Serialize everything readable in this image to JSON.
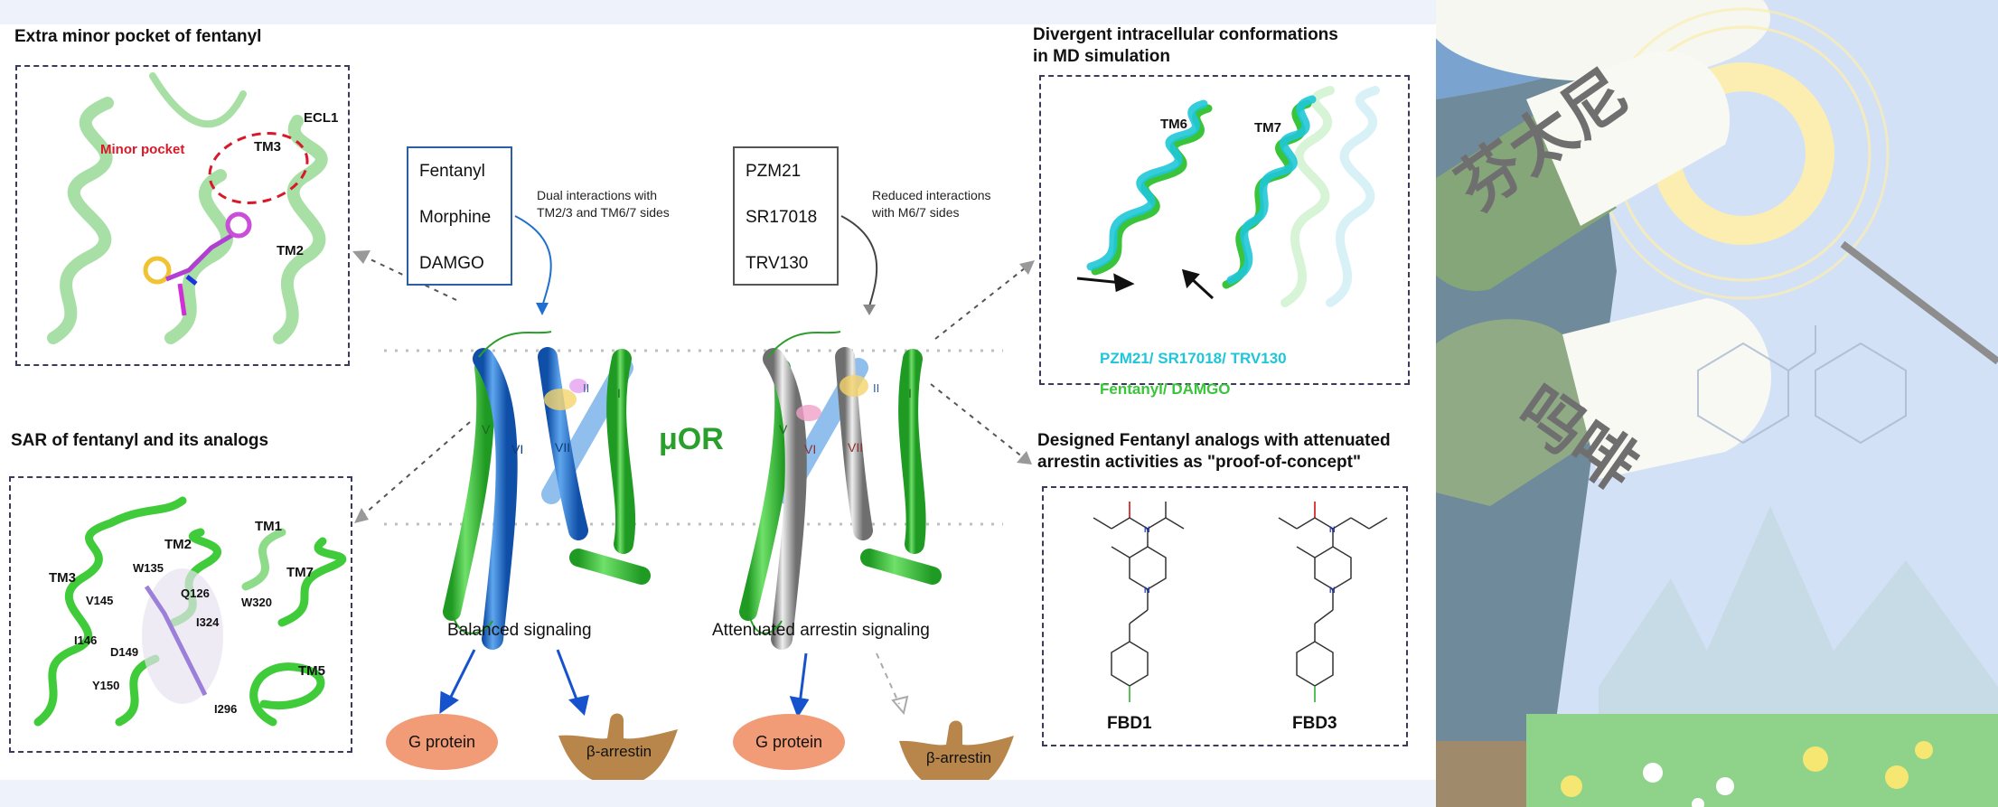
{
  "panels": {
    "minor_pocket": {
      "title": "Extra minor pocket of fentanyl",
      "labels": {
        "ecl1": "ECL1",
        "tm3": "TM3",
        "tm2": "TM2",
        "minor_pocket": "Minor pocket"
      }
    },
    "sar": {
      "title": "SAR of fentanyl and its analogs",
      "labels": {
        "tm1": "TM1",
        "tm2": "TM2",
        "tm3": "TM3",
        "tm7": "TM7",
        "tm5": "TM5",
        "w135": "W135",
        "q126": "Q126",
        "w320": "W320",
        "i324": "I324",
        "v145": "V145",
        "i146": "I146",
        "d149": "D149",
        "y150": "Y150",
        "i296": "I296"
      }
    },
    "md": {
      "title_line1": "Divergent intracellular conformations",
      "title_line2": "in MD simulation",
      "labels": {
        "tm6": "TM6",
        "tm7": "TM7"
      },
      "legend": [
        {
          "text": "PZM21/ SR17018/ TRV130",
          "color": "#1fc6d8"
        },
        {
          "text": "Fentanyl/ DAMGO",
          "color": "#39c43a"
        }
      ]
    },
    "analogs": {
      "title_line1": "Designed Fentanyl analogs with attenuated",
      "title_line2": "arrestin activities as \"proof-of-concept\"",
      "compounds": [
        {
          "name": "FBD1"
        },
        {
          "name": "FBD3"
        }
      ]
    }
  },
  "center": {
    "receptor_label": "μOR",
    "balanced": {
      "ligands": [
        "Fentanyl",
        "Morphine",
        "DAMGO"
      ],
      "note_line1": "Dual interactions with",
      "note_line2": "TM2/3 and TM6/7 sides",
      "signaling_label": "Balanced signaling",
      "gprotein": "G protein",
      "arrestin": "β-arrestin",
      "helix_labels": [
        "V",
        "VI",
        "VII",
        "II",
        "I"
      ]
    },
    "biased": {
      "ligands": [
        "PZM21",
        "SR17018",
        "TRV130"
      ],
      "note_line1": "Reduced interactions",
      "note_line2": "with M6/7 sides",
      "signaling_label": "Attenuated arrestin signaling",
      "gprotein": "G protein",
      "arrestin": "β-arrestin",
      "helix_labels": [
        "V",
        "VI",
        "VII",
        "II",
        "I"
      ]
    }
  },
  "illustration": {
    "pill_top_text": "芬太尼",
    "pill_bottom_text": "吗啡"
  },
  "colors": {
    "blue_helix": "#1e6fd0",
    "green_helix": "#37c23a",
    "grey_helix": "#a8a8a8",
    "gprotein": "#f29c77",
    "arrestin": "#b8864a",
    "minor_pocket_red": "#d8192a"
  }
}
